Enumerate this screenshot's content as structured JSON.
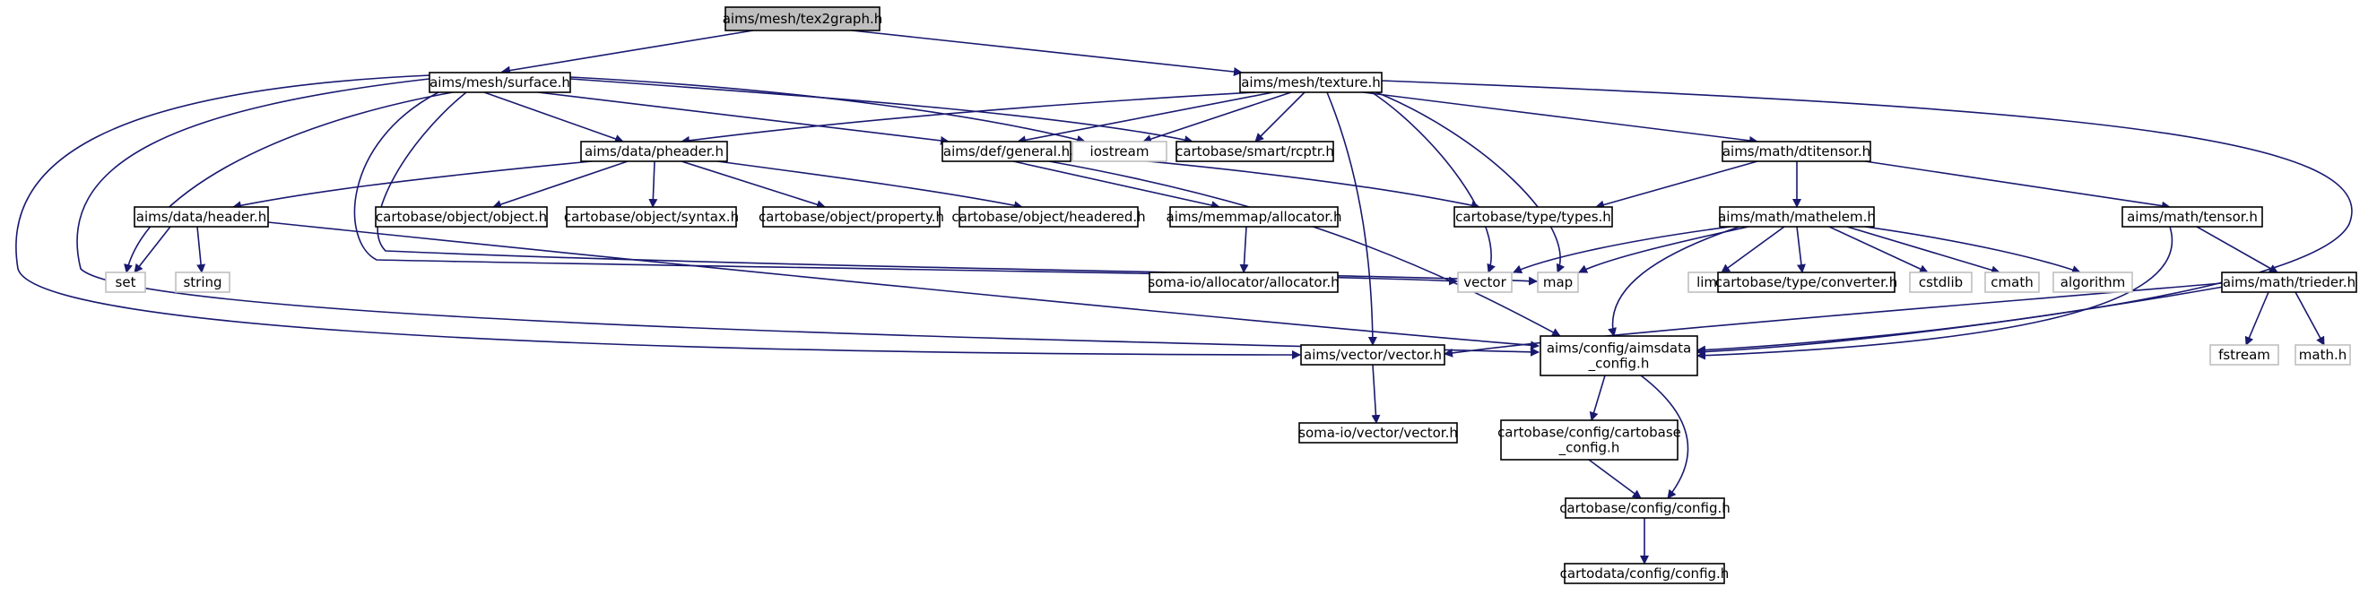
{
  "colors": {
    "edge": "#191970",
    "root_fill": "#bfbfbf",
    "box_border": "#000000",
    "system_border": "#bfbfbf"
  },
  "nodes": [
    {
      "id": "tex2graph",
      "lines": [
        "aims/mesh/tex2graph.h"
      ],
      "kind": "root"
    },
    {
      "id": "surface",
      "lines": [
        "aims/mesh/surface.h"
      ],
      "kind": "normal"
    },
    {
      "id": "texture",
      "lines": [
        "aims/mesh/texture.h"
      ],
      "kind": "normal"
    },
    {
      "id": "pheader",
      "lines": [
        "aims/data/pheader.h"
      ],
      "kind": "normal"
    },
    {
      "id": "general",
      "lines": [
        "aims/def/general.h"
      ],
      "kind": "normal"
    },
    {
      "id": "iostream",
      "lines": [
        "iostream"
      ],
      "kind": "system"
    },
    {
      "id": "rcptr",
      "lines": [
        "cartobase/smart/rcptr.h"
      ],
      "kind": "normal"
    },
    {
      "id": "dtitensor",
      "lines": [
        "aims/math/dtitensor.h"
      ],
      "kind": "normal"
    },
    {
      "id": "header",
      "lines": [
        "aims/data/header.h"
      ],
      "kind": "normal"
    },
    {
      "id": "object",
      "lines": [
        "cartobase/object/object.h"
      ],
      "kind": "normal"
    },
    {
      "id": "syntax",
      "lines": [
        "cartobase/object/syntax.h"
      ],
      "kind": "normal"
    },
    {
      "id": "property",
      "lines": [
        "cartobase/object/property.h"
      ],
      "kind": "normal"
    },
    {
      "id": "headered",
      "lines": [
        "cartobase/object/headered.h"
      ],
      "kind": "normal"
    },
    {
      "id": "allocator",
      "lines": [
        "aims/memmap/allocator.h"
      ],
      "kind": "normal"
    },
    {
      "id": "types",
      "lines": [
        "cartobase/type/types.h"
      ],
      "kind": "normal"
    },
    {
      "id": "mathelem",
      "lines": [
        "aims/math/mathelem.h"
      ],
      "kind": "normal"
    },
    {
      "id": "tensor",
      "lines": [
        "aims/math/tensor.h"
      ],
      "kind": "normal"
    },
    {
      "id": "set",
      "lines": [
        "set"
      ],
      "kind": "system"
    },
    {
      "id": "string",
      "lines": [
        "string"
      ],
      "kind": "system"
    },
    {
      "id": "somaalloc",
      "lines": [
        "soma-io/allocator/allocator.h"
      ],
      "kind": "normal"
    },
    {
      "id": "vector",
      "lines": [
        "vector"
      ],
      "kind": "system"
    },
    {
      "id": "map",
      "lines": [
        "map"
      ],
      "kind": "system"
    },
    {
      "id": "limits",
      "lines": [
        "limits"
      ],
      "kind": "system"
    },
    {
      "id": "converter",
      "lines": [
        "cartobase/type/converter.h"
      ],
      "kind": "normal"
    },
    {
      "id": "cstdlib",
      "lines": [
        "cstdlib"
      ],
      "kind": "system"
    },
    {
      "id": "cmath",
      "lines": [
        "cmath"
      ],
      "kind": "system"
    },
    {
      "id": "algorithm",
      "lines": [
        "algorithm"
      ],
      "kind": "system"
    },
    {
      "id": "trieder",
      "lines": [
        "aims/math/trieder.h"
      ],
      "kind": "normal"
    },
    {
      "id": "aimsdata",
      "lines": [
        "aims/config/aimsdata",
        "_config.h"
      ],
      "kind": "normal"
    },
    {
      "id": "vectorh",
      "lines": [
        "aims/vector/vector.h"
      ],
      "kind": "normal"
    },
    {
      "id": "fstream",
      "lines": [
        "fstream"
      ],
      "kind": "system"
    },
    {
      "id": "mathh",
      "lines": [
        "math.h"
      ],
      "kind": "system"
    },
    {
      "id": "somavector",
      "lines": [
        "soma-io/vector/vector.h"
      ],
      "kind": "normal"
    },
    {
      "id": "cartocfg",
      "lines": [
        "cartobase/config/cartobase",
        "_config.h"
      ],
      "kind": "normal"
    },
    {
      "id": "config",
      "lines": [
        "cartobase/config/config.h"
      ],
      "kind": "normal"
    },
    {
      "id": "cartodata",
      "lines": [
        "cartodata/config/config.h"
      ],
      "kind": "normal"
    }
  ]
}
